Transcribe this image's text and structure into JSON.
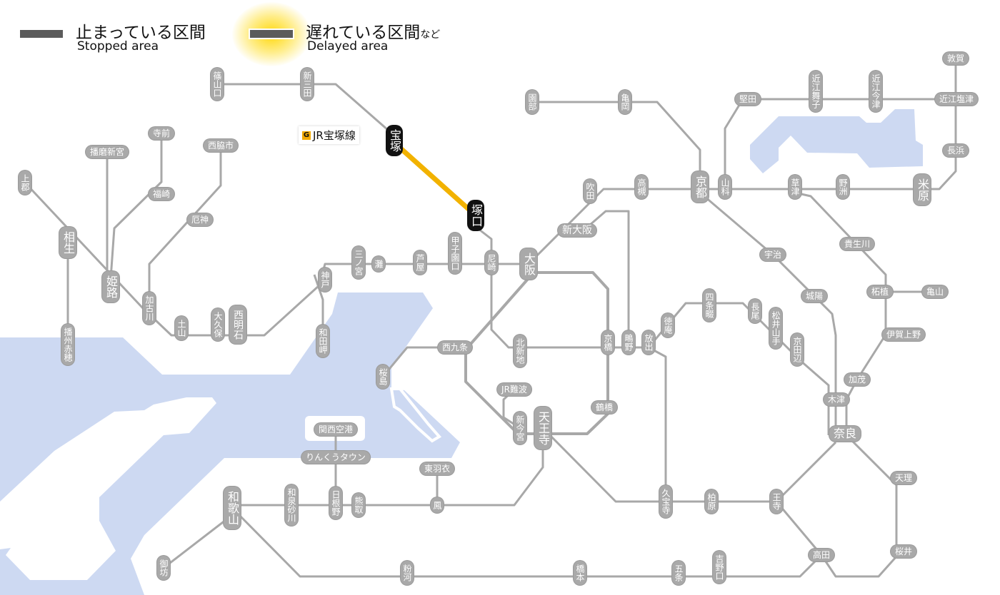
{
  "legend": {
    "stopped_jp": "止まっている区間",
    "stopped_en": "Stopped area",
    "delayed_jp": "遅れている区間",
    "delayed_suffix": "など",
    "delayed_en": "Delayed area"
  },
  "delayed_line": {
    "badge": "G",
    "name": "JR宝塚線",
    "from": "宝塚",
    "to": "塚口"
  },
  "colors": {
    "line": "#a8a8a8",
    "label": "#a9a9a9",
    "water": "#cdd9f2",
    "delayed": "#f2b200",
    "stopped": "#5b5b5b",
    "highlight_station": "#111111"
  },
  "stations": {
    "shinoyamaguchi": "篠山口",
    "shinsanda": "新三田",
    "takarazuka": "宝塚",
    "tsukaguchi": "塚口",
    "terasaki": "寺前",
    "harimashingu": "播磨新宮",
    "nishiwakishi": "西脇市",
    "kamigori": "上郡",
    "fukusaki": "福崎",
    "yakujin": "厄神",
    "aioi": "相生",
    "himeji": "姫路",
    "kakogawa": "加古川",
    "banshuako": "播州赤穂",
    "tsuchiyama": "土山",
    "okubo": "大久保",
    "nishiakashi": "西明石",
    "kobe": "神戸",
    "wadamisaki": "和田岬",
    "sannomiya": "三ノ宮",
    "nada": "灘",
    "ashiya": "芦屋",
    "koshienguchi": "甲子園口",
    "amagasaki": "尼崎",
    "osaka": "大阪",
    "shinosaka": "新大阪",
    "suita": "吹田",
    "takatsuki": "高槻",
    "sonobe": "園部",
    "kameoka": "亀岡",
    "kyoto": "京都",
    "yamashina": "山科",
    "katata": "堅田",
    "omimaiko": "近江舞子",
    "omiimazu": "近江今津",
    "tsuruga": "敦賀",
    "omishiotsu": "近江塩津",
    "nagahama": "長浜",
    "maibara": "米原",
    "yasu": "野洲",
    "kusatsu": "草津",
    "uji": "宇治",
    "kibukawa": "貴生川",
    "joyo": "城陽",
    "tsuge": "柘植",
    "kameyama": "亀山",
    "igaueno": "伊賀上野",
    "kamo": "加茂",
    "kizu": "木津",
    "nara": "奈良",
    "tenri": "天理",
    "sakurai": "桜井",
    "takada": "高田",
    "oji": "王寺",
    "kashiwara": "柏原",
    "kyuhoji": "久宝寺",
    "hanaten": "放出",
    "shigino": "鴫野",
    "kyobashi": "京橋",
    "tokuan": "徳庵",
    "shijonawate": "四条畷",
    "nagao": "長尾",
    "matsuiyamate": "松井山手",
    "kyotanabe": "京田辺",
    "kitashinchi": "北新地",
    "nishikujo": "西九条",
    "sakurajima": "桜島",
    "jrnamba": "JR難波",
    "tsuruhashi": "鶴橋",
    "shinimamiya": "新今宮",
    "tennoji": "天王寺",
    "kansaikuko": "関西空港",
    "rinkutown": "りんくうタウン",
    "higashihagoromo": "東羽衣",
    "otori": "鳳",
    "kumatori": "熊取",
    "hineno": "日根野",
    "izumisunagawa": "和泉砂川",
    "wakayama": "和歌山",
    "gobo": "御坊",
    "kokawa": "粉河",
    "hashimoto": "橋本",
    "gojo": "五条",
    "yoshinoguchi": "吉野口"
  }
}
